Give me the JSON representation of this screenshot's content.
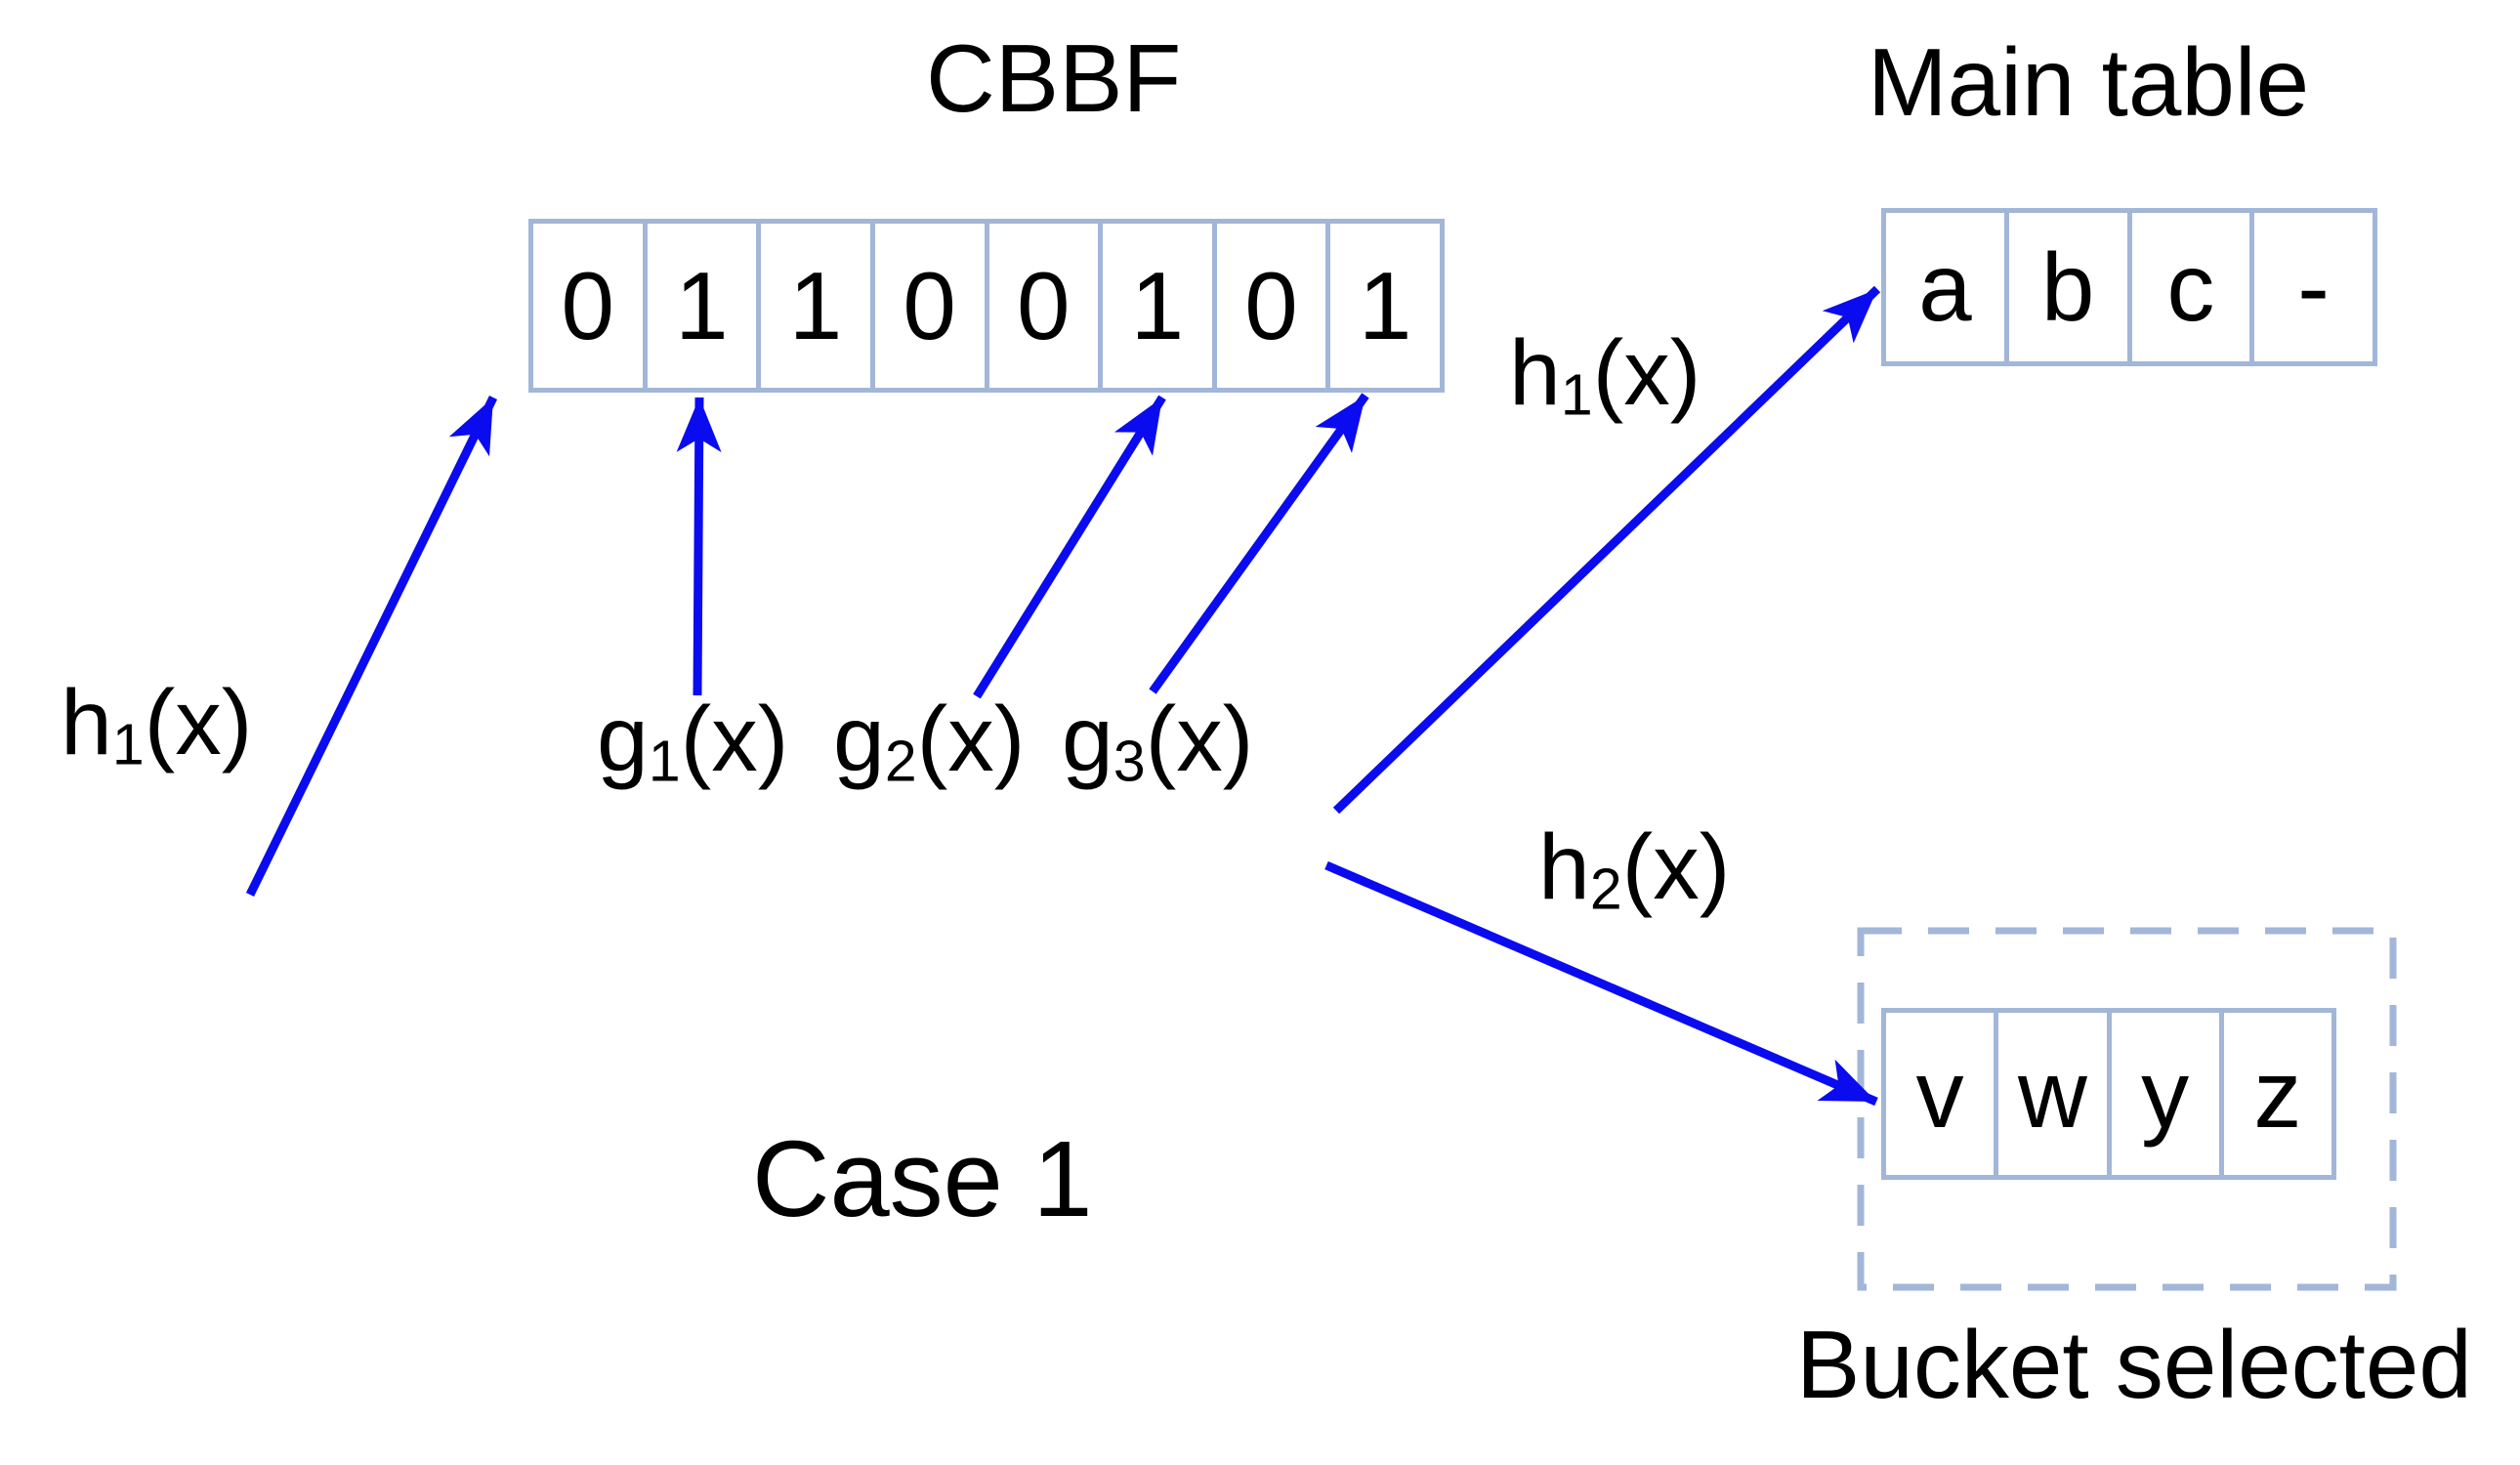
{
  "titles": {
    "cbbf": "CBBF",
    "main_table": "Main table",
    "bucket": "Bucket selected",
    "case": "Case 1"
  },
  "cbbf": {
    "cells": [
      "0",
      "1",
      "1",
      "0",
      "0",
      "1",
      "0",
      "1"
    ]
  },
  "main_table": {
    "cells": [
      "a",
      "b",
      "c",
      "-"
    ]
  },
  "bucket": {
    "cells": [
      "v",
      "w",
      "y",
      "z"
    ]
  },
  "labels": {
    "h1_left": {
      "pre": "h",
      "sub": "1",
      "post": "(x)"
    },
    "g1": {
      "pre": "g",
      "sub": "1",
      "post": "(x)"
    },
    "g2": {
      "pre": "g",
      "sub": "2",
      "post": "(x)"
    },
    "g3": {
      "pre": "g",
      "sub": "3",
      "post": "(x)"
    },
    "h1_main": {
      "pre": "h",
      "sub": "1",
      "post": "(x)"
    },
    "h2": {
      "pre": "h",
      "sub": "2",
      "post": "(x)"
    }
  },
  "colors": {
    "arrow": "#0b0bf0",
    "table_border": "#a2b6d8",
    "text": "#000000",
    "background": "#ffffff"
  }
}
